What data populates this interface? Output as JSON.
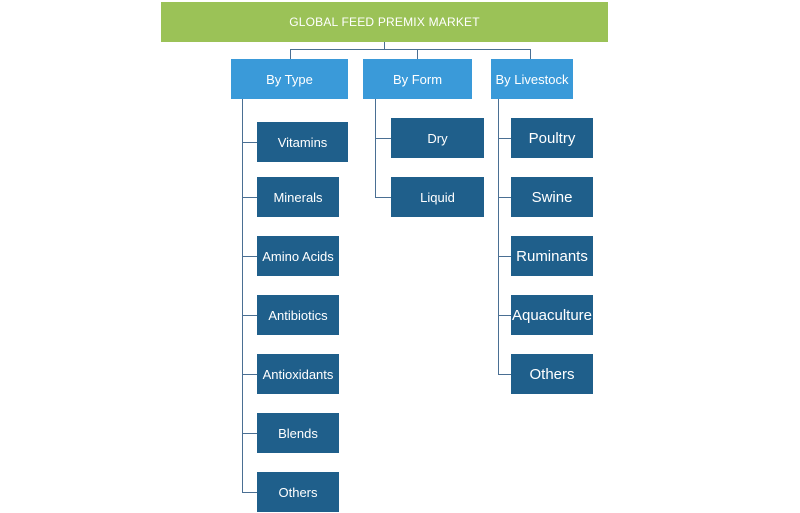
{
  "title": "GLOBAL FEED PREMIX MARKET",
  "categories": [
    {
      "label": "By Type",
      "items": [
        "Vitamins",
        "Minerals",
        "Amino Acids",
        "Antibiotics",
        "Antioxidants",
        "Blends",
        "Others"
      ]
    },
    {
      "label": "By Form",
      "items": [
        "Dry",
        "Liquid"
      ]
    },
    {
      "label": "By Livestock",
      "items": [
        "Poultry",
        "Swine",
        "Ruminants",
        "Aquaculture",
        "Others"
      ]
    }
  ],
  "colors": {
    "root": "#9bc257",
    "category": "#3a9ad9",
    "leaf": "#1f5f8b",
    "connector": "#4a6f93"
  }
}
